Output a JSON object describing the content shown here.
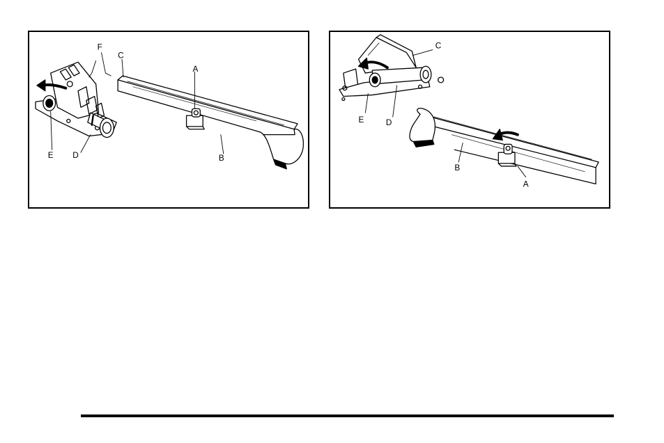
{
  "figure_left": {
    "callouts": {
      "a": "A",
      "b": "B",
      "c": "C",
      "d": "D",
      "e": "E",
      "f": "F"
    }
  },
  "figure_right": {
    "callouts": {
      "a": "A",
      "b": "B",
      "c": "C",
      "d": "D",
      "e": "E"
    }
  }
}
